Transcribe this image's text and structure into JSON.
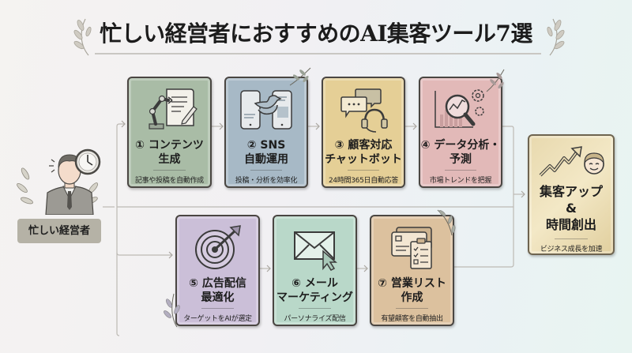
{
  "title": "忙しい経営者におすすめのAI集客ツール7選",
  "start": {
    "label": "忙しい経営者",
    "icons": [
      "businessman-icon",
      "clock-icon"
    ]
  },
  "tools": [
    {
      "num": "①",
      "title": "① コンテンツ\n生成",
      "subtitle": "記事や投稿を自動作成",
      "icon": "robot-arm-document-icon",
      "color": "#a9bca6"
    },
    {
      "num": "②",
      "title": "② SNS\n自動運用",
      "subtitle": "投稿・分析を効率化",
      "icon": "smartphones-bird-icon",
      "color": "#a7b9c6"
    },
    {
      "num": "③",
      "title": "③ 顧客対応\nチャットボット",
      "subtitle": "24時間365日自動応答",
      "icon": "chat-headset-icon",
      "color": "#e5cf96"
    },
    {
      "num": "④",
      "title": "④ データ分析・\n予測",
      "subtitle": "市場トレンドを把握",
      "icon": "magnifier-chart-gears-icon",
      "color": "#e2b9b8"
    },
    {
      "num": "⑤",
      "title": "⑤ 広告配信\n最適化",
      "subtitle": "ターゲットをAIが選定",
      "icon": "target-arrow-icon",
      "color": "#cbbfd8"
    },
    {
      "num": "⑥",
      "title": "⑥ メール\nマーケティング",
      "subtitle": "パーソナライズ配信",
      "icon": "envelope-cursor-icon",
      "color": "#b9d8c9"
    },
    {
      "num": "⑦",
      "title": "⑦ 営業リスト\n作成",
      "subtitle": "有望顧客を自動抽出",
      "icon": "cards-checklist-icon",
      "color": "#dcc19e"
    }
  ],
  "result": {
    "title": "集客アップ\n&\n時間創出",
    "subtitle": "ビジネス成長を加速",
    "icon": "growth-arrow-smile-icon"
  }
}
